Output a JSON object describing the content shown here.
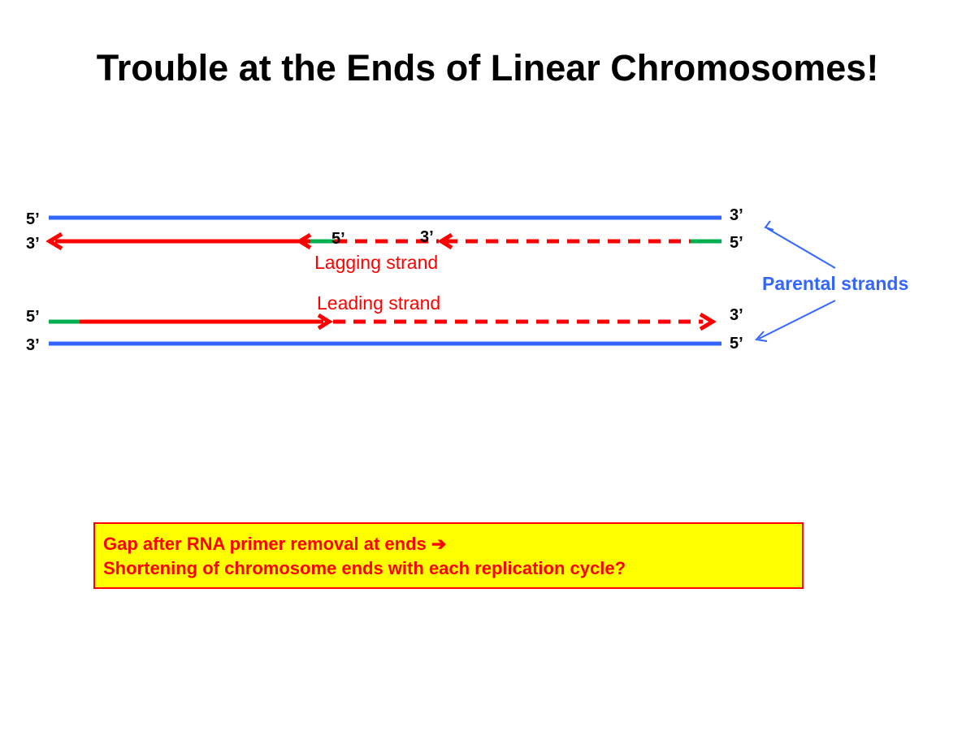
{
  "title": "Trouble at the Ends of Linear Chromosomes!",
  "labels": {
    "top_parent_left": "5’",
    "top_parent_right": "3’",
    "lagging_left": "3’",
    "lagging_right": "5’",
    "lagging_mid_5": "5’",
    "lagging_mid_3": "3’",
    "leading_left": "5’",
    "leading_right": "3’",
    "bottom_parent_left": "3’",
    "bottom_parent_right": "5’",
    "lagging_strand": "Lagging strand",
    "leading_strand": "Leading strand",
    "parental_strands": "Parental strands"
  },
  "callout": {
    "line1": "Gap after RNA primer removal at ends ➔",
    "line2": "Shortening of chromosome ends with each replication cycle?"
  },
  "colors": {
    "parental": "#3366ff",
    "new_dna": "#ff0000",
    "rna_primer": "#00b050",
    "callout_bg": "#ffff00"
  }
}
